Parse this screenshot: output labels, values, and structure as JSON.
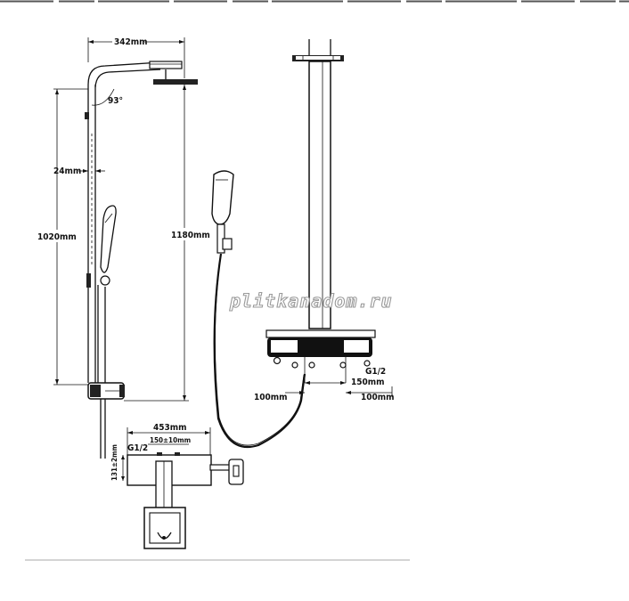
{
  "dimensions": {
    "overall_width": "342mm",
    "head_angle": "93°",
    "pipe_diameter": "24mm",
    "riser_height": "1020mm",
    "total_height": "1180mm",
    "inlet_thread_front": "G1/2",
    "inlet_spacing": "150mm",
    "side_offset_left": "100mm",
    "side_offset_right": "100mm",
    "mixer_width": "453mm",
    "inlet_thread_bottom": "G1/2",
    "inlet_spacing_tolerance": "150±10mm",
    "wall_offset": "131±2mm"
  },
  "watermark": "plitkanadom.ru",
  "colors": {
    "line": "#111111",
    "watermark_outline": "#9a9a9a",
    "background": "#ffffff"
  }
}
